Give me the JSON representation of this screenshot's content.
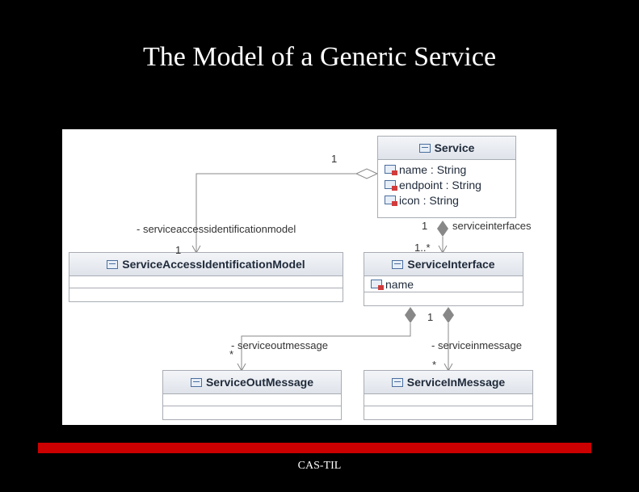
{
  "slide": {
    "title": "The Model of a Generic Service",
    "footer": "CAS-TIL",
    "accent_color": "#cc0000"
  },
  "diagram": {
    "classes": {
      "service": {
        "name": "Service",
        "attributes": [
          "name : String",
          "endpoint : String",
          "icon : String"
        ]
      },
      "access_model": {
        "name": "ServiceAccessIdentificationModel"
      },
      "interface": {
        "name": "ServiceInterface",
        "attributes": [
          "name"
        ]
      },
      "out_message": {
        "name": "ServiceOutMessage"
      },
      "in_message": {
        "name": "ServiceInMessage"
      }
    },
    "associations": {
      "access": {
        "role": "- serviceaccessidentificationmodel",
        "source_mult": "1",
        "target_mult": "1"
      },
      "interfaces": {
        "role": "serviceinterfaces",
        "source_mult": "1",
        "target_mult": "1..*"
      },
      "out": {
        "role": "- serviceoutmessage",
        "target_mult": "*"
      },
      "in": {
        "role": "- serviceinmessage",
        "source_mult": "1",
        "target_mult": "*"
      }
    }
  }
}
